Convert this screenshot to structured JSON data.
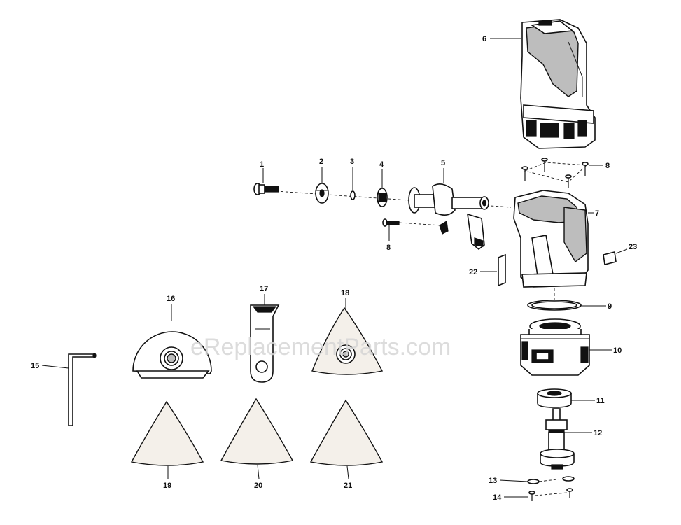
{
  "watermark": "eReplacementParts.com",
  "callouts": {
    "c1": "1",
    "c2": "2",
    "c3": "3",
    "c4": "4",
    "c5": "5",
    "c6": "6",
    "c7": "7",
    "c8a": "8",
    "c8b": "8",
    "c9": "9",
    "c10": "10",
    "c11": "11",
    "c12": "12",
    "c13": "13",
    "c14": "14",
    "c15": "15",
    "c16": "16",
    "c17": "17",
    "c18": "18",
    "c19": "19",
    "c20": "20",
    "c21": "21",
    "c22": "22",
    "c23": "23"
  },
  "colors": {
    "line": "#111111",
    "shading": "#bdbdbd",
    "pad": "#f4f0ea",
    "watermark": "#d6d6d6"
  }
}
